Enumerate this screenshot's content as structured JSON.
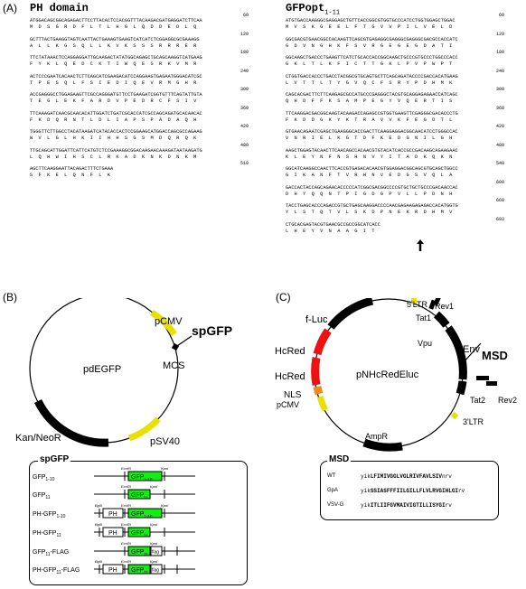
{
  "panels": {
    "a": "(A)",
    "b": "(B)",
    "c": "(C)"
  },
  "panel_a": {
    "left_title": "PH domain",
    "right_title_main": "GFPopt",
    "right_title_sub": "1-11",
    "left_blocks": [
      {
        "nt": "ATGGACAGCGGCAGAGACTTCCTTACACTCCACGGTTTACAAGACGATGAGGATCTTCAA",
        "aa": "M  D  S  G  R  D  F  L  T  L  H  G  L  Q  D  D  E  D  L  Q",
        "num": "60"
      },
      {
        "nt": "GCTTTACTGAAGGTAGTCAATTACTGAAAGTGAAGTCATCATCTCGGAGGCGCGAAAGG",
        "aa": "A  L  L  K  G  S  Q  L  L  K  V  K  S  S  S  R  R  R  E  R",
        "num": "120"
      },
      {
        "nt": "TTCTATAAACTCCAGGAGGATTGCAAGACTATATGGCAGAGCTGCAGCAAGGTCATGAAG",
        "aa": "F  Y  K  L  Q  E  D  C  K  T  I  W  Q  E  S  R  K  V  M  R",
        "num": "180"
      },
      {
        "nt": "ACTCCCGAATCACAACTCTTCAGCATCGAAGACATCCAGGAAGTGAGAATGGGACATCGC",
        "aa": "T  P  E  S  Q  L  F  S  I  E  D  I  Q  E  V  R  M  G  H  R",
        "num": "240"
      },
      {
        "nt": "ACCGAGGGCCTGGAGAAGTTCGCCAGGGATGTTCCTGAAGATCGGTGTTTCAGTATTGTA",
        "aa": "T  E  G  L  E  K  F  A  R  D  V  P  E  D  R  C  F  S  I  V",
        "num": "300"
      },
      {
        "nt": "TTCAAAGATCAACGCAACACATTGGATCTGATCGCACCATCGCCAGCAGATGCACAACAC",
        "aa": "F  K  D  Q  R  N  T  L  D  L  I  A  P  S  P  A  D  A  Q  H",
        "num": "360"
      },
      {
        "nt": "TGGGTTCTTGGCCTACATAAGATCATACACCACTCCGGAAGCATGGACCAGCGCCAGAAG",
        "aa": "W  V  L  G  L  H  K  I  I  H  H  S  G  S  M  D  Q  R  Q  K",
        "num": "420"
      },
      {
        "nt": "TTGCAGCATTGGATTCATTCATGTCTCCGAAAGGCGGACAAGAACAAAGATAATAAGATG",
        "aa": "L  Q  H  W  I  H  S  C  L  R  K  A  D  K  N  K  D  N  K  M",
        "num": "480"
      },
      {
        "nt": "AGCTTCAAGGAATTACAGACTTTCTGAAA",
        "aa": "S  F  K  E  L  Q  N  F  L  K",
        "num": "510"
      }
    ],
    "right_blocks": [
      {
        "nt": "ATGTGACCAAGGGCGAGGAGCTGTTCACCGGCGTGGTGCCCATCCTGGTGGAGCTGGAC",
        "aa": "M  V  S  K  G  E  E  L  F  T  G  V  V  P  I  L  V  E  L  D",
        "num": "60"
      },
      {
        "nt": "GGCGACGTGAACGGCCACAAGTTCAGCGTGAGAGGCGAGGGCGAGGGCGACGCCACCATC",
        "aa": "G  D  V  N  G  H  K  F  S  V  R  G  E  G  E  G  D  A  T  I",
        "num": "120"
      },
      {
        "nt": "GGCAAGCTGACCCTGAAGTTCATCTGCACCACCGGCAAGCTGCCCGTGCCCTGGCCCACC",
        "aa": "G  K  L  T  L  K  F  I  C  T  T  G  K  L  P  V  P  W  P  T",
        "num": "180"
      },
      {
        "nt": "CTGGTGACCACCCTGACCTACGGCGTGCAGTGCTTCAGCAGATACCCCGACCACATGAAG",
        "aa": "L  V  T  T  L  T  Y  G  V  Q  C  F  S  R  Y  P  D  H  M  K",
        "num": "240"
      },
      {
        "nt": "CAGCACGACTTCTTCAAGAGCGCCATGCCCGAGGGCTACGTGCAGGAGAGAACCATCAGC",
        "aa": "Q  H  D  F  F  K  S  A  M  P  E  G  Y  V  Q  E  R  T  I  S",
        "num": "300"
      },
      {
        "nt": "TTCAAGGACGACGGCAAGTACAAGACCAGAGCCGTGGTGAAGTTCGAGGGCGACACCCTG",
        "aa": "F  K  D  D  G  K  Y  K  T  R  A  V  V  K  F  E  G  D  T  L",
        "num": "360"
      },
      {
        "nt": "GTGAACAGAATCGAGCTGAAGGGCACCGACTTCAAGGAGGACGGCAACATCCTGGGCCAC",
        "aa": "V  N  R  I  E  L  K  G  T  D  F  K  E  D  G  N  I  L  G  H",
        "num": "420"
      },
      {
        "nt": "AAGCTGGAGTACAACTTCAACAGCCACAACGTGTACATCACCGCCGACAAGCAGAAGAAC",
        "aa": "K  L  E  Y  N  F  N  S  H  N  V  Y  I  T  A  D  K  Q  K  N",
        "num": "480"
      },
      {
        "nt": "GGCATCAAGGCCAACTTCACCGTGAGACACAACGTGGAGGACGGCAGCGTGCAGCTGGCC",
        "aa": "G  I  K  A  N  F  T  V  R  H  N  V  E  D  G  S  V  Q  L  A",
        "num": "540"
      },
      {
        "nt": "GACCACTACCAGCAGAACACCCCCATCGGCGACGGCCCCGTGCTGCTGCCCGACAACCAC",
        "aa": "D  H  Y  Q  Q  N  T  P  I  G  D  G  P  V  L  L  P  D  N  H",
        "num": "600"
      },
      {
        "nt": "TACCTGAGCACCCAGACCGTGCTGAGCAAGGACCCCAACGAGAAGAGAGACCACATGGTG",
        "aa": "Y  L  S  T  Q  T  V  L  S  K  D  P  N  E  K  R  D  H  M  V",
        "num": "660"
      },
      {
        "nt": "CTGCACGAGTACGTGAACGCCGCCGGCATCACC",
        "aa": "L  H  E  Y  V  N  A  A  G  I  T",
        "num": "693"
      }
    ]
  },
  "panel_b": {
    "plasmid_name": "pdEGFP",
    "labels": {
      "pcmv": "pCMV",
      "spgfp": "spGFP",
      "mcs": "MCS",
      "kan": "Kan/NeoR",
      "psv40": "pSV40"
    },
    "box_title": "spGFP",
    "constructs": [
      {
        "name": "GFP1-10",
        "name_main": "GFP",
        "name_sub": "1-10",
        "ph": "",
        "gfp_main": "GFP",
        "gfp_sub": "1-10",
        "flag": "",
        "left_site": "EcoRI",
        "right_site": "KpnI",
        "bgl": ""
      },
      {
        "name": "GFP11",
        "name_main": "GFP",
        "name_sub": "11",
        "ph": "",
        "gfp_main": "GFP",
        "gfp_sub": "11",
        "flag": "",
        "left_site": "EcoRI",
        "right_site": "KpnI",
        "bgl": ""
      },
      {
        "name": "PH-GFP1-10",
        "name_main": "PH-GFP",
        "name_sub": "1-10",
        "ph": "PH",
        "gfp_main": "GFP",
        "gfp_sub": "1-10",
        "flag": "",
        "left_site": "EcoRI",
        "right_site": "KpnI",
        "bgl": "BglII"
      },
      {
        "name": "PH-GFP11",
        "name_main": "PH-GFP",
        "name_sub": "11",
        "ph": "PH",
        "gfp_main": "GFP",
        "gfp_sub": "11",
        "flag": "",
        "left_site": "EcoRI",
        "right_site": "KpnI",
        "bgl": "BglII"
      },
      {
        "name": "GFP11-FLAG",
        "name_main": "GFP",
        "name_sub": "11",
        "name_tail": "-FLAG",
        "ph": "",
        "gfp_main": "GFP",
        "gfp_sub": "11",
        "flag": "flag",
        "left_site": "EcoRI",
        "right_site": "KpnI",
        "bgl": ""
      },
      {
        "name": "PH-GFP11-FLAG",
        "name_main": "PH-GFP",
        "name_sub": "11",
        "name_tail": "-FLAG",
        "ph": "PH",
        "gfp_main": "GFP",
        "gfp_sub": "11",
        "flag": "flag",
        "left_site": "EcoRI",
        "right_site": "KpnI",
        "bgl": "BglII"
      }
    ]
  },
  "panel_c": {
    "plasmid_name": "pNHcRedEluc",
    "labels": {
      "ltr5": "5'LTR",
      "rev1": "Rev1",
      "tat1": "Tat1",
      "fluc": "f-Luc",
      "vpu": "Vpu",
      "env": "Env",
      "msd": "MSD",
      "hcred1": "HcRed",
      "hcred2": "HcRed",
      "nls": "NLS",
      "pcmv": "pCMV",
      "tat2": "Tat2",
      "rev2": "Rev2",
      "ltr3": "3'LTR",
      "ampr": "AmpR"
    },
    "box_title": "MSD",
    "msd_rows": [
      {
        "name": "WT",
        "pre": "yik",
        "core": "LFIMIVGGLVGLRIVFAVLSIV",
        "post": "nrv"
      },
      {
        "name": "GpA",
        "pre": "yik",
        "core": "SSIASFFFIILGILLFLVLRVGIHLGI",
        "post": "rv"
      },
      {
        "name": "VSV-G",
        "pre": "yik",
        "core": "ITLIIFGVMAIVIGTILLISYGI",
        "post": "rv"
      }
    ]
  },
  "colors": {
    "yellow": "#e8e000",
    "red": "#ee1111",
    "orange": "#f08a1a",
    "green": "#11ee11",
    "black": "#000000"
  }
}
